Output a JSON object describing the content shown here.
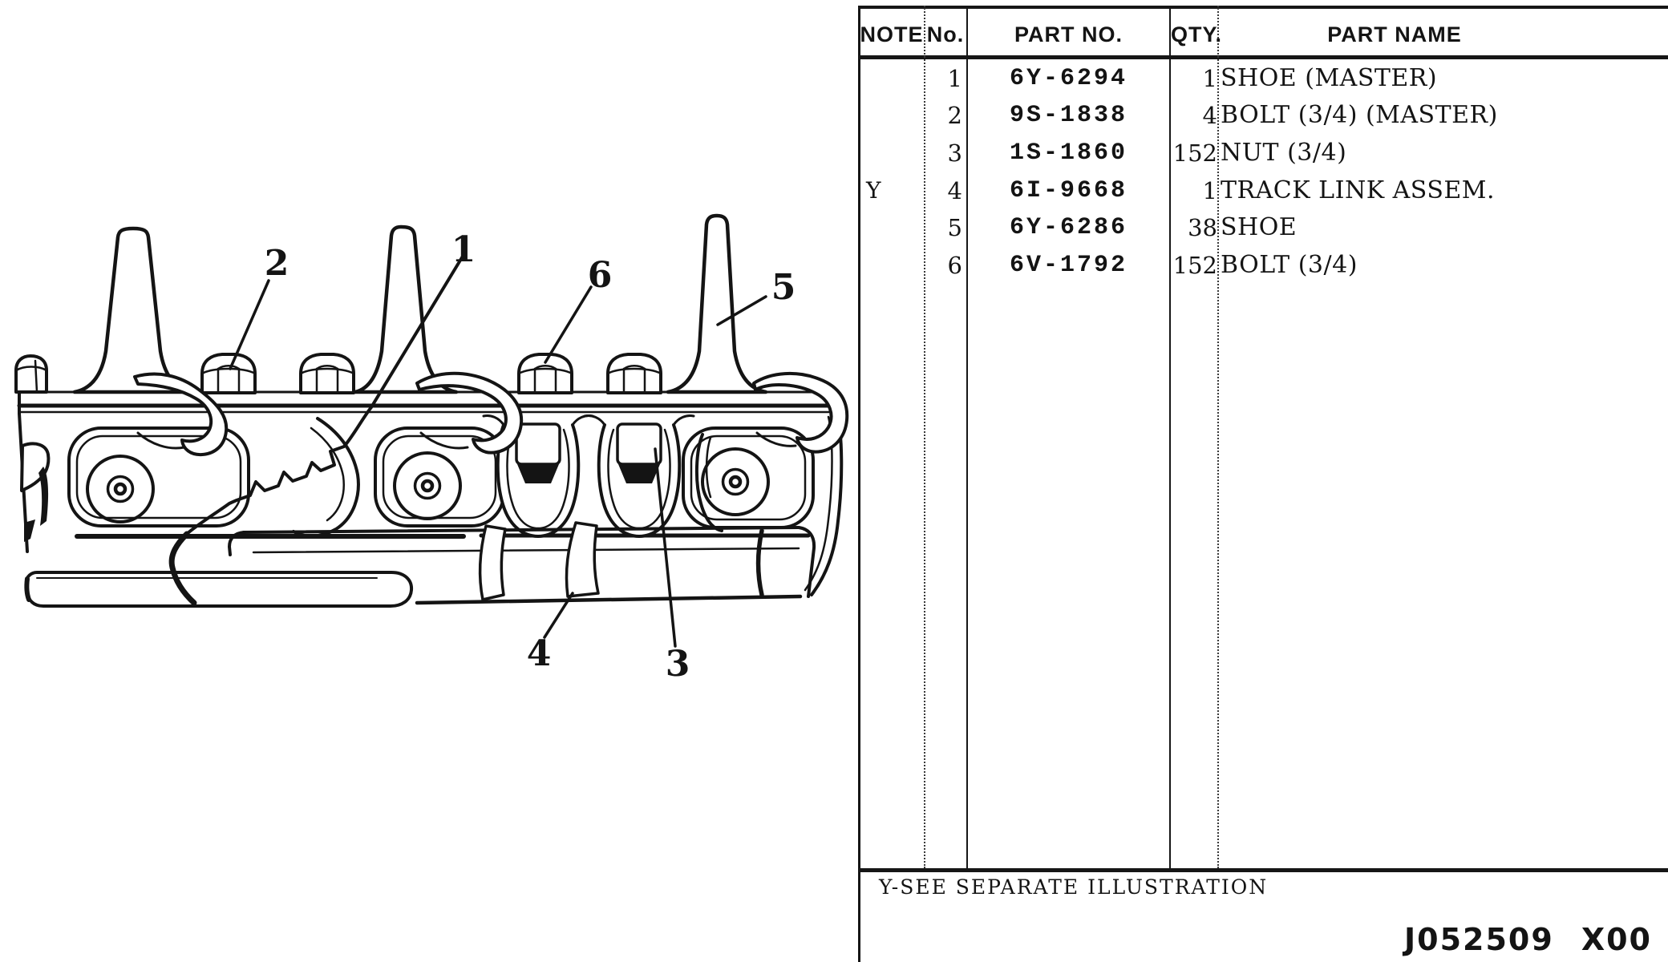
{
  "page": {
    "background": "#ffffff",
    "ink": "#141414"
  },
  "diagram": {
    "description": "track-link-assembly-side-view",
    "callouts": [
      "1",
      "2",
      "3",
      "4",
      "5",
      "6"
    ]
  },
  "table": {
    "headers": {
      "note": "NOTE",
      "no": "No.",
      "part_no": "PART NO.",
      "qty": "QTY.",
      "part_name": "PART NAME"
    },
    "rows": [
      {
        "note": "",
        "no": "1",
        "part_no": "6Y-6294",
        "qty": "1",
        "part_name": "SHOE (MASTER)"
      },
      {
        "note": "",
        "no": "2",
        "part_no": "9S-1838",
        "qty": "4",
        "part_name": "BOLT (3/4) (MASTER)"
      },
      {
        "note": "",
        "no": "3",
        "part_no": "1S-1860",
        "qty": "152",
        "part_name": "NUT (3/4)"
      },
      {
        "note": "Y",
        "no": "4",
        "part_no": "6I-9668",
        "qty": "1",
        "part_name": "TRACK LINK ASSEM."
      },
      {
        "note": "",
        "no": "5",
        "part_no": "6Y-6286",
        "qty": "38",
        "part_name": "SHOE"
      },
      {
        "note": "",
        "no": "6",
        "part_no": "6V-1792",
        "qty": "152",
        "part_name": "BOLT (3/4)"
      }
    ],
    "footnote": "Y-SEE SEPARATE ILLUSTRATION",
    "doc_number": "J052509",
    "doc_revision": "X00"
  }
}
